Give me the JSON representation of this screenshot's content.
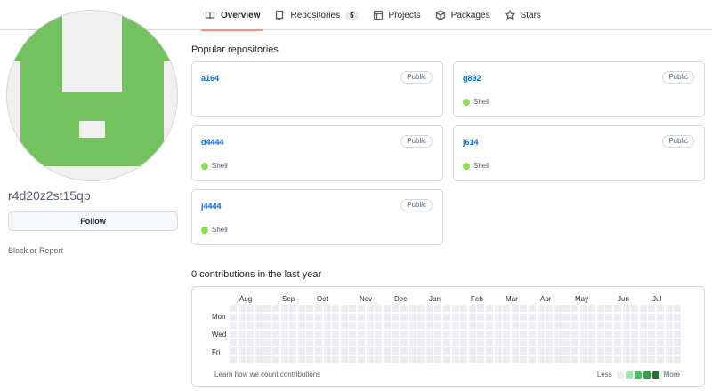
{
  "nav": {
    "tabs": [
      {
        "label": "Overview",
        "icon": "book-icon",
        "selected": true
      },
      {
        "label": "Repositories",
        "icon": "repo-icon",
        "count": "5"
      },
      {
        "label": "Projects",
        "icon": "project-icon"
      },
      {
        "label": "Packages",
        "icon": "package-icon"
      },
      {
        "label": "Stars",
        "icon": "star-icon"
      }
    ]
  },
  "profile": {
    "username": "r4d20z2st15qp",
    "follow_label": "Follow",
    "block_label": "Block or Report",
    "avatar_color": "#73c15f",
    "avatar_bg": "#f0f0f0"
  },
  "popular": {
    "title": "Popular repositories",
    "repos": [
      {
        "name": "a164",
        "visibility": "Public",
        "language": ""
      },
      {
        "name": "g892",
        "visibility": "Public",
        "language": "Shell"
      },
      {
        "name": "d4444",
        "visibility": "Public",
        "language": "Shell"
      },
      {
        "name": "j614",
        "visibility": "Public",
        "language": "Shell"
      },
      {
        "name": "j4444",
        "visibility": "Public",
        "language": "Shell"
      }
    ]
  },
  "contributions": {
    "title": "0 contributions in the last year",
    "months": [
      "Aug",
      "Sep",
      "Oct",
      "Nov",
      "Dec",
      "Jan",
      "Feb",
      "Mar",
      "Apr",
      "May",
      "Jun",
      "Jul"
    ],
    "days": [
      "Mon",
      "Wed",
      "Fri"
    ],
    "learn_label": "Learn how we count contributions",
    "legend_less": "Less",
    "legend_more": "More",
    "legend_colors": [
      "#ebedf0",
      "#9be9a8",
      "#40c463",
      "#30a14e",
      "#216e39"
    ],
    "empty_color": "#ebedf0"
  },
  "colors": {
    "accent": "#fd8c73",
    "link": "#0969da",
    "shell": "#89e051"
  }
}
